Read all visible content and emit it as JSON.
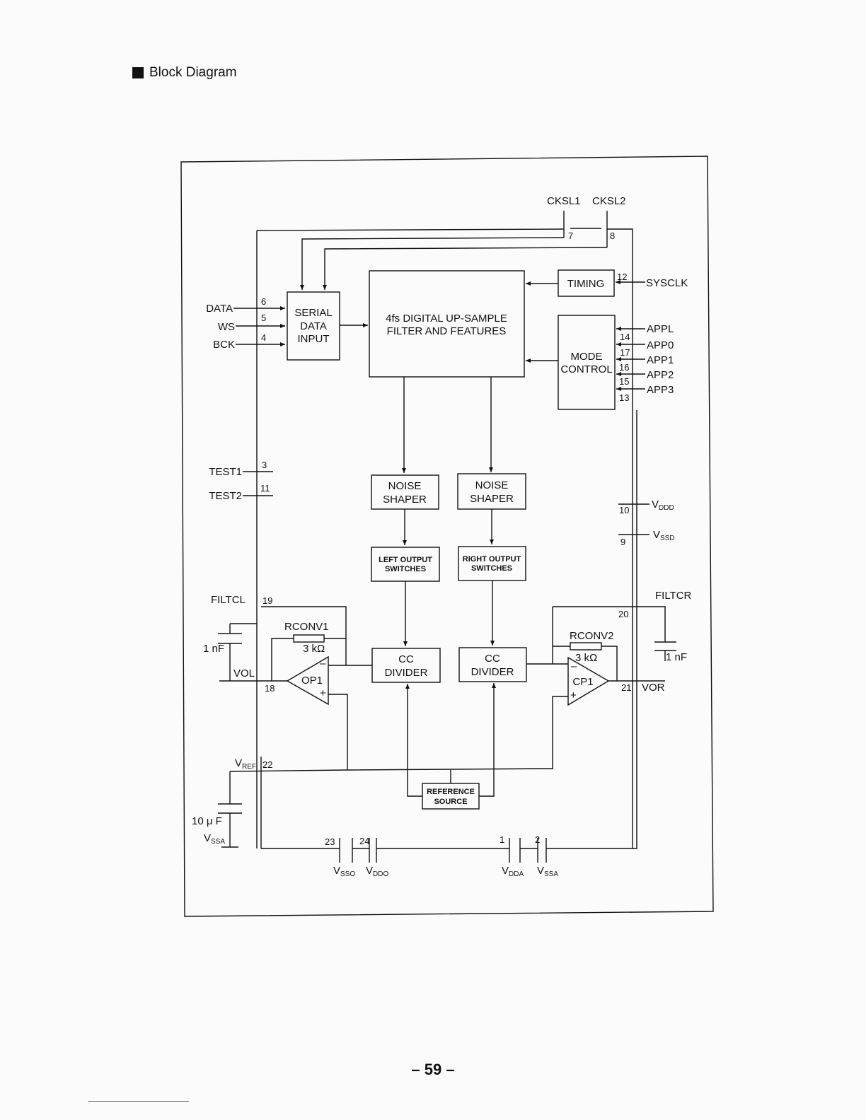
{
  "heading": "Block Diagram",
  "page_number": "– 59 –",
  "blocks": {
    "serial": [
      "SERIAL",
      "DATA",
      "INPUT"
    ],
    "filter": [
      "4fs DIGITAL UP-SAMPLE",
      "FILTER AND FEATURES"
    ],
    "timing": "TIMING",
    "mode": [
      "MODE",
      "CONTROL"
    ],
    "noise_left": [
      "NOISE",
      "SHAPER"
    ],
    "noise_right": [
      "NOISE",
      "SHAPER"
    ],
    "switch_left": [
      "LEFT OUTPUT",
      "SWITCHES"
    ],
    "switch_right": [
      "RIGHT OUTPUT",
      "SWITCHES"
    ],
    "cc_left": [
      "CC",
      "DIVIDER"
    ],
    "cc_right": [
      "CC",
      "DIVIDER"
    ],
    "reference": [
      "REFERENCE",
      "SOURCE"
    ],
    "op1": "OP1",
    "cp1": "CP1"
  },
  "signals": {
    "cksl1": "CKSL1",
    "cksl2": "CKSL2",
    "sysclk": "SYSCLK",
    "data": "DATA",
    "ws": "WS",
    "bck": "BCK",
    "appl": "APPL",
    "app0": "APP0",
    "app1": "APP1",
    "app2": "APP2",
    "app3": "APP3",
    "test1": "TEST1",
    "test2": "TEST2",
    "vddd": "V",
    "vddd_sub": "DDD",
    "vssd": "V",
    "vssd_sub": "SSD",
    "filtcl": "FILTCL",
    "filtcr": "FILTCR",
    "vol": "VOL",
    "vor": "VOR",
    "rconv1": "RCONV1",
    "rconv2": "RCONV2",
    "r1_value": "3 kΩ",
    "r2_value": "3 kΩ",
    "c_left": "1 nF",
    "c_right": "1 nF",
    "vref": "V",
    "vref_sub": "REF",
    "c_ref": "10 μ F",
    "vssa_left": "V",
    "vssa_left_sub": "SSA",
    "vsso": "V",
    "vsso_sub": "SSO",
    "vddo": "V",
    "vddo_sub": "DDO",
    "vdda": "V",
    "vdda_sub": "DDA",
    "vssa": "V",
    "vssa_sub": "SSA",
    "minus": "–",
    "plus": "+"
  },
  "pins": {
    "p1": "1",
    "p2": "2",
    "p3": "3",
    "p4": "4",
    "p5": "5",
    "p6": "6",
    "p7": "7",
    "p8": "8",
    "p9": "9",
    "p10": "10",
    "p11": "11",
    "p12": "12",
    "p13": "13",
    "p14": "14",
    "p15": "15",
    "p16": "16",
    "p17": "17",
    "p18": "18",
    "p19": "19",
    "p20": "20",
    "p21": "21",
    "p22": "22",
    "p23": "23",
    "p24": "24"
  }
}
